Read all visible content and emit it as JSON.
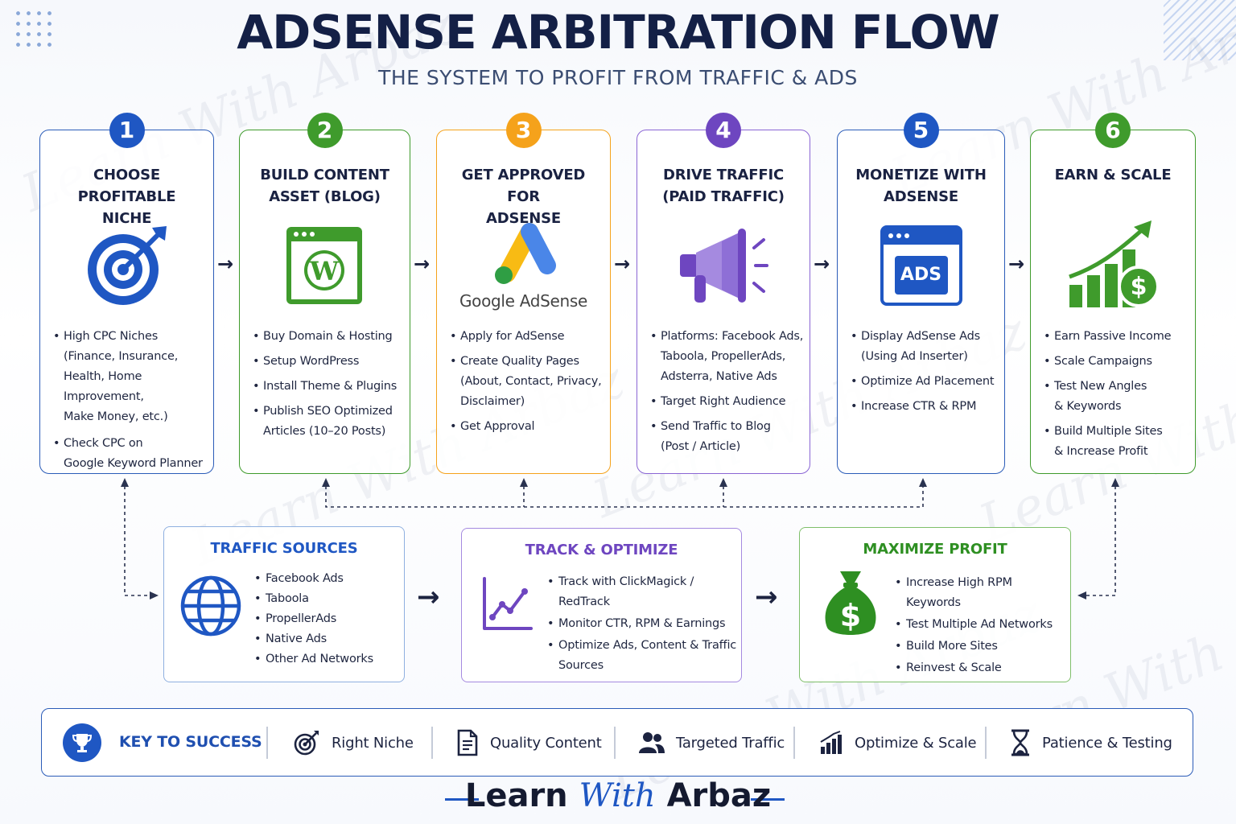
{
  "header": {
    "title": "ADSENSE ARBITRATION FLOW",
    "subtitle": "THE SYSTEM TO PROFIT FROM TRAFFIC & ADS"
  },
  "steps": [
    {
      "number": "1",
      "title": [
        "CHOOSE PROFITABLE",
        "NICHE"
      ],
      "color": "#1f57c3",
      "icon": "target-icon",
      "items": [
        [
          "High CPC Niches",
          "(Finance, Insurance,",
          "Health, Home Improvement,",
          "Make Money, etc.)"
        ],
        [
          "Check CPC on",
          "Google Keyword Planner"
        ]
      ]
    },
    {
      "number": "2",
      "title": [
        "BUILD CONTENT",
        "ASSET (BLOG)"
      ],
      "color": "#3f9b2c",
      "icon": "wordpress-icon",
      "items": [
        [
          "Buy Domain & Hosting"
        ],
        [
          "Setup WordPress"
        ],
        [
          "Install Theme & Plugins"
        ],
        [
          "Publish SEO Optimized",
          "Articles (10–20 Posts)"
        ]
      ]
    },
    {
      "number": "3",
      "title": [
        "GET APPROVED FOR",
        "ADSENSE"
      ],
      "color": "#f5a21b",
      "icon": "google-adsense-icon",
      "logo_text": "Google AdSense",
      "items": [
        [
          "Apply for AdSense"
        ],
        [
          "Create Quality Pages",
          "(About, Contact, Privacy,",
          "Disclaimer)"
        ],
        [
          "Get Approval"
        ]
      ]
    },
    {
      "number": "4",
      "title": [
        "DRIVE TRAFFIC",
        "(PAID TRAFFIC)"
      ],
      "color": "#6e46c0",
      "icon": "megaphone-icon",
      "items": [
        [
          "Platforms: Facebook Ads,",
          "Taboola, PropellerAds,",
          "Adsterra, Native Ads"
        ],
        [
          "Target Right Audience"
        ],
        [
          "Send Traffic to Blog",
          "(Post / Article)"
        ]
      ]
    },
    {
      "number": "5",
      "title": [
        "MONETIZE WITH",
        "ADSENSE"
      ],
      "color": "#1f57c3",
      "icon": "ads-window-icon",
      "icon_text": "ADS",
      "items": [
        [
          "Display AdSense Ads",
          "(Using Ad Inserter)"
        ],
        [
          "Optimize Ad Placement"
        ],
        [
          "Increase CTR & RPM"
        ]
      ]
    },
    {
      "number": "6",
      "title": [
        "EARN & SCALE"
      ],
      "color": "#3f9b2c",
      "icon": "growth-chart-icon",
      "items": [
        [
          "Earn Passive Income"
        ],
        [
          "Scale Campaigns"
        ],
        [
          "Test New Angles",
          "& Keywords"
        ],
        [
          "Build Multiple Sites",
          "& Increase Profit"
        ]
      ]
    }
  ],
  "boxes": [
    {
      "title": "TRAFFIC SOURCES",
      "color": "#1f57c3",
      "icon": "globe-icon",
      "items": [
        "Facebook Ads",
        "Taboola",
        "PropellerAds",
        "Native Ads",
        "Other Ad Networks"
      ]
    },
    {
      "title": "TRACK & OPTIMIZE",
      "color": "#6e46c0",
      "icon": "analytics-icon",
      "items": [
        [
          "Track with ClickMagick / RedTrack"
        ],
        [
          "Monitor CTR, RPM & Earnings"
        ],
        [
          "Optimize Ads, Content & Traffic",
          "Sources"
        ]
      ]
    },
    {
      "title": "MAXIMIZE PROFIT",
      "color": "#2e8f22",
      "icon": "money-bag-icon",
      "items": [
        "Increase High RPM Keywords",
        "Test Multiple Ad Networks",
        "Build More Sites",
        "Reinvest & Scale"
      ]
    }
  ],
  "key": {
    "label": "KEY TO SUCCESS",
    "items": [
      {
        "label": "Right Niche",
        "icon": "target-icon"
      },
      {
        "label": "Quality Content",
        "icon": "document-icon"
      },
      {
        "label": "Targeted Traffic",
        "icon": "users-icon"
      },
      {
        "label": "Optimize & Scale",
        "icon": "bar-chart-icon"
      },
      {
        "label": "Patience & Testing",
        "icon": "hourglass-icon"
      }
    ]
  },
  "brand": {
    "part1": "Learn ",
    "part2": "With",
    "part3": " Arbaz"
  },
  "watermark": "Learn With Arbaz"
}
